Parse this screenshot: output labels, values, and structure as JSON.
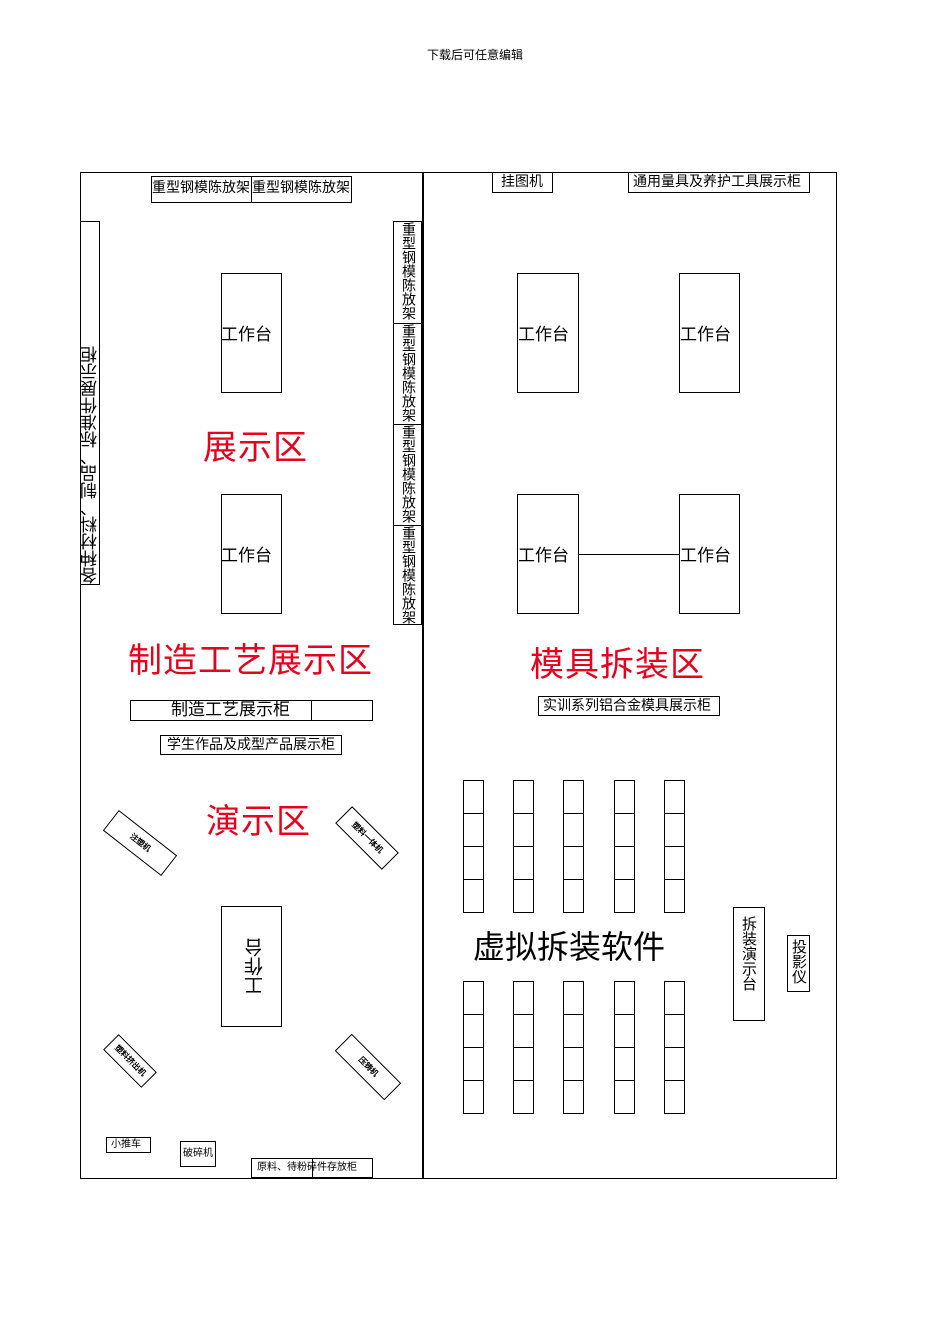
{
  "header": {
    "note": "下载后可任意编辑"
  },
  "left": {
    "rack_top_1": "重型钢模陈放架",
    "rack_top_2": "重型钢模陈放架",
    "cabinet_left": "各种材料、制品、标准件展示柜",
    "rack_right_1": "重型钢模陈放架",
    "rack_right_2": "重型钢模陈放架",
    "rack_right_3": "重型钢模陈放架",
    "rack_right_4": "重型钢模陈放架",
    "table_1": "工作台",
    "table_2": "工作台",
    "zone_display": "展示区",
    "zone_manufacturing": "制造工艺展示区",
    "cabinet_manufacturing": "制造工艺展示柜",
    "cabinet_student": "学生作品及成型产品展示柜",
    "zone_demo": "演示区",
    "machine_injection": "注塑机",
    "machine_right_top": "塑料一体机",
    "table_3": "工作台",
    "machine_left_bottom": "塑料挤出机",
    "machine_right_bottom": "压铸机",
    "small_press": "小推车",
    "crusher": "破碎机",
    "storage_cabinet": "原料、待粉碎件存放柜"
  },
  "right": {
    "hanging_machine": "挂图机",
    "tools_cabinet": "通用量具及养护工具展示柜",
    "table_1": "工作台",
    "table_2": "工作台",
    "table_3": "工作台",
    "table_4": "工作台",
    "zone_assembly": "模具拆装区",
    "cabinet_aluminum": "实训系列铝合金模具展示柜",
    "software_label": "虚拟拆装软件",
    "demo_table": "拆装演示台",
    "projector": "投影仪"
  },
  "colors": {
    "zone_text": "#e8001c",
    "line": "#000000"
  }
}
